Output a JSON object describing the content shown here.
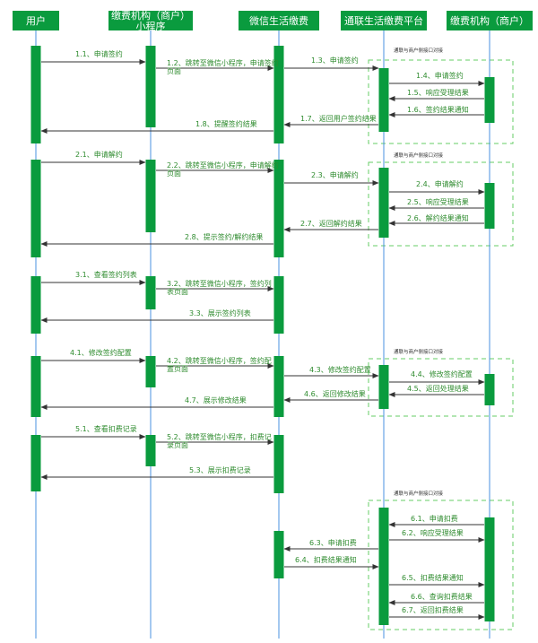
{
  "colors": {
    "green": "#0a9b3e",
    "lifeline": "#4a90e2",
    "arrow": "#333333",
    "label": "#2e8b2e",
    "dashed": "#66cc66"
  },
  "participants": [
    {
      "id": "user",
      "lines": [
        "用户"
      ]
    },
    {
      "id": "merchant_app",
      "lines": [
        "缴费机构（商户）",
        "小程序"
      ]
    },
    {
      "id": "wechat",
      "lines": [
        "微信生活缴费"
      ]
    },
    {
      "id": "platform",
      "lines": [
        "通联生活缴费平台"
      ]
    },
    {
      "id": "merchant",
      "lines": [
        "缴费机构（商户）"
      ]
    }
  ],
  "regions": [
    {
      "label": "通联与商户侧接口对接"
    },
    {
      "label": "通联与商户侧接口对接"
    },
    {
      "label": "通联与商户侧接口对接"
    },
    {
      "label": "通联与商户侧接口对接"
    }
  ],
  "messages": [
    {
      "label": "1.1、申请签约"
    },
    {
      "label": [
        "1.2、跳转至微信小程序，申请签约",
        "页面"
      ]
    },
    {
      "label": "1.3、申请签约"
    },
    {
      "label": "1.4、申请签约"
    },
    {
      "label": "1.5、响应受理结果"
    },
    {
      "label": "1.6、签约结果通知"
    },
    {
      "label": "1.7、返回用户签约结果"
    },
    {
      "label": "1.8、提醒签约结果"
    },
    {
      "label": "2.1、申请解约"
    },
    {
      "label": [
        "2.2、跳转至微信小程序，申请解约",
        "页面"
      ]
    },
    {
      "label": "2.3、申请解约"
    },
    {
      "label": "2.4、申请解约"
    },
    {
      "label": "2.5、响应受理结果"
    },
    {
      "label": "2.6、解约结果通知"
    },
    {
      "label": "2.7、返回解约结果"
    },
    {
      "label": "2.8、提示签约/解约结果"
    },
    {
      "label": "3.1、查看签约列表"
    },
    {
      "label": [
        "3.2、跳转至微信小程序，签约列",
        "表页面"
      ]
    },
    {
      "label": "3.3、展示签约列表"
    },
    {
      "label": "4.1、修改签约配置"
    },
    {
      "label": [
        "4.2、跳转至微信小程序，签约配",
        "置页面"
      ]
    },
    {
      "label": "4.3、修改签约配置"
    },
    {
      "label": "4.4、修改签约配置"
    },
    {
      "label": "4.5、返回处理结果"
    },
    {
      "label": "4.6、返回修改结果"
    },
    {
      "label": "4.7、展示修改结果"
    },
    {
      "label": "5.1、查看扣费记录"
    },
    {
      "label": [
        "5.2、跳转至微信小程序，扣费记",
        "录页面"
      ]
    },
    {
      "label": "5.3、展示扣费记录"
    },
    {
      "label": "6.1、申请扣费"
    },
    {
      "label": "6.2、响应受理结果"
    },
    {
      "label": "6.3、申请扣费"
    },
    {
      "label": "6.4、扣费结果通知"
    },
    {
      "label": "6.5、扣费结果通知"
    },
    {
      "label": "6.6、查询扣费结果"
    },
    {
      "label": "6.7、返回扣费结果"
    }
  ]
}
